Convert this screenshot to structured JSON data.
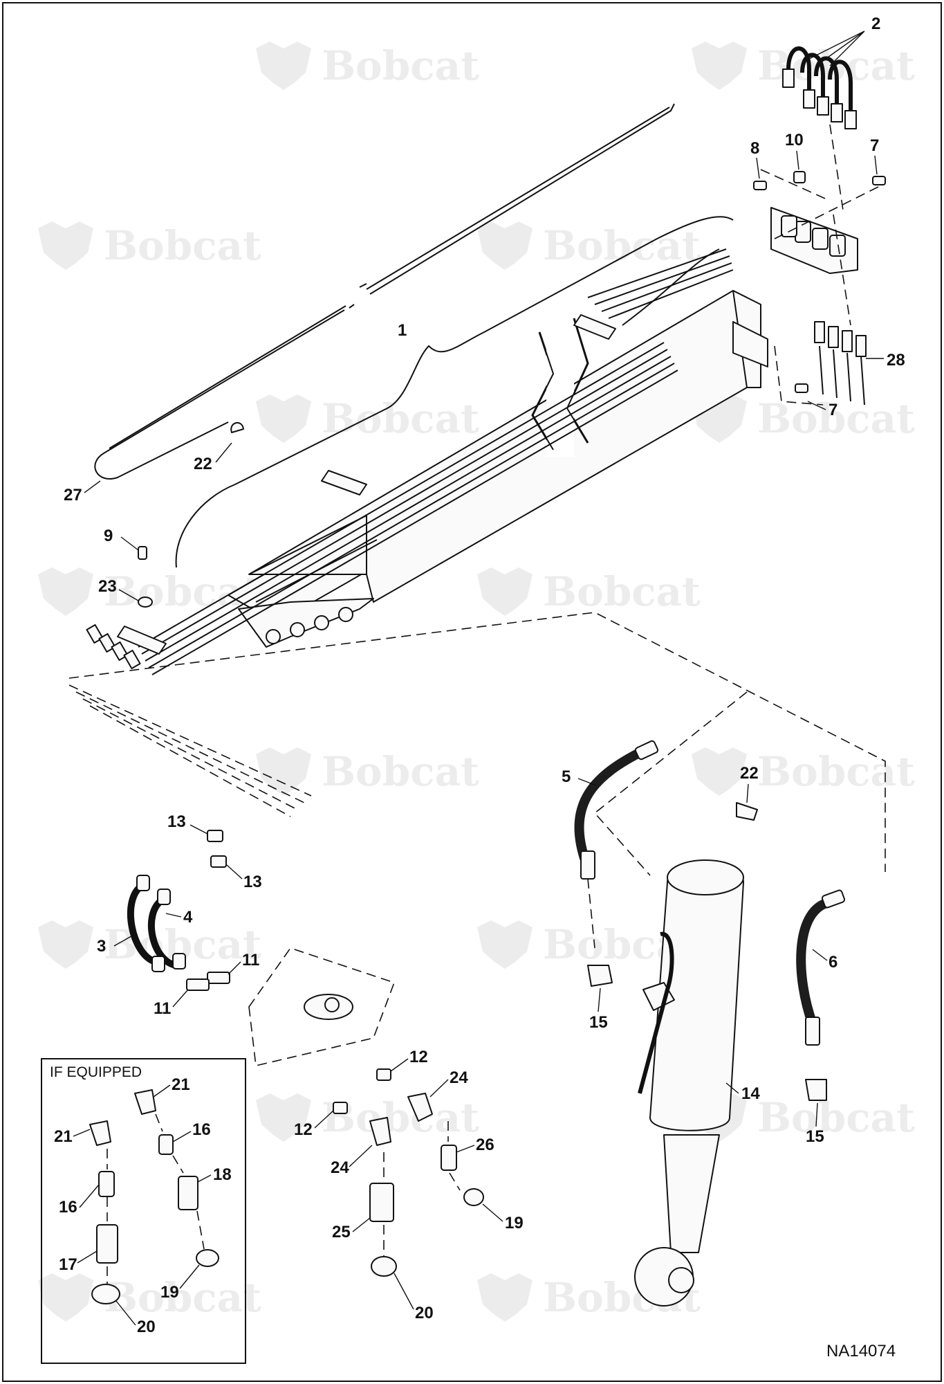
{
  "inset_title": "IF EQUIPPED",
  "drawing_number": "NA14074",
  "watermark_text": "Bobcat",
  "callouts": [
    "1",
    "2",
    "3",
    "4",
    "5",
    "6",
    "7",
    "7",
    "8",
    "9",
    "10",
    "11",
    "11",
    "12",
    "12",
    "13",
    "13",
    "14",
    "15",
    "15",
    "16",
    "16",
    "17",
    "18",
    "19",
    "19",
    "20",
    "20",
    "21",
    "21",
    "22",
    "22",
    "23",
    "24",
    "24",
    "25",
    "26",
    "27",
    "28"
  ]
}
